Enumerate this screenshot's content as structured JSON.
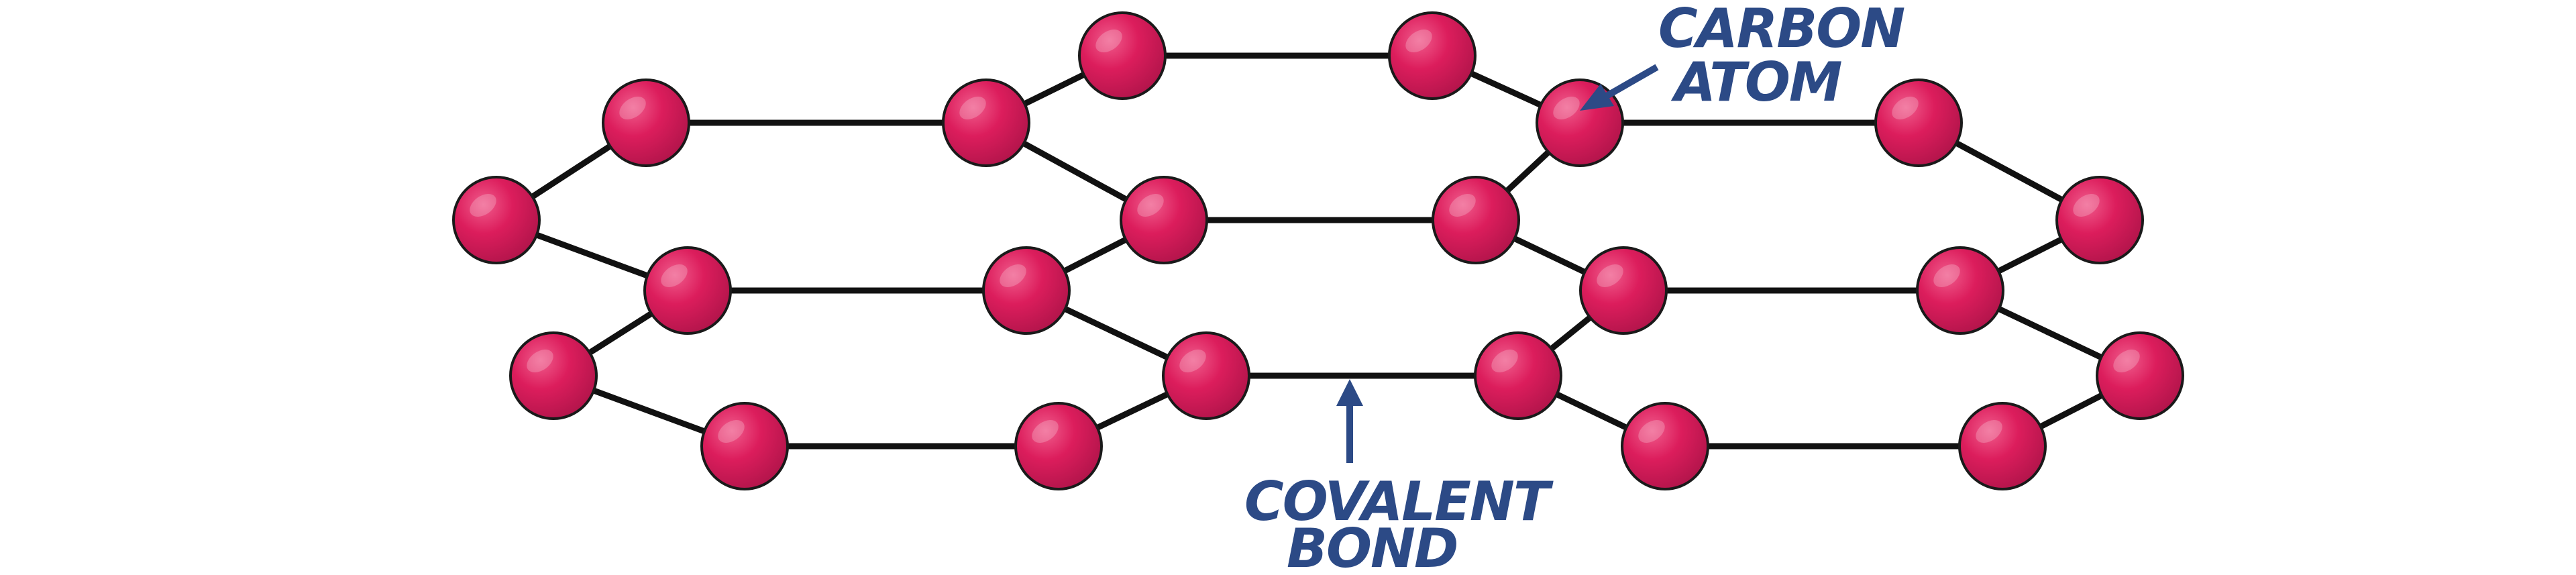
{
  "labels": {
    "carbon_line1": "CARBON",
    "carbon_line2": "ATOM",
    "covalent_line1": "COVALENT",
    "covalent_line2": "BOND"
  },
  "colors": {
    "atom": "#dc1d5c",
    "atom_shadow": "#b0144a",
    "bond": "#111111",
    "label": "#2c4a86"
  },
  "icons": {
    "atom": "circle",
    "pointer": "arrow"
  }
}
